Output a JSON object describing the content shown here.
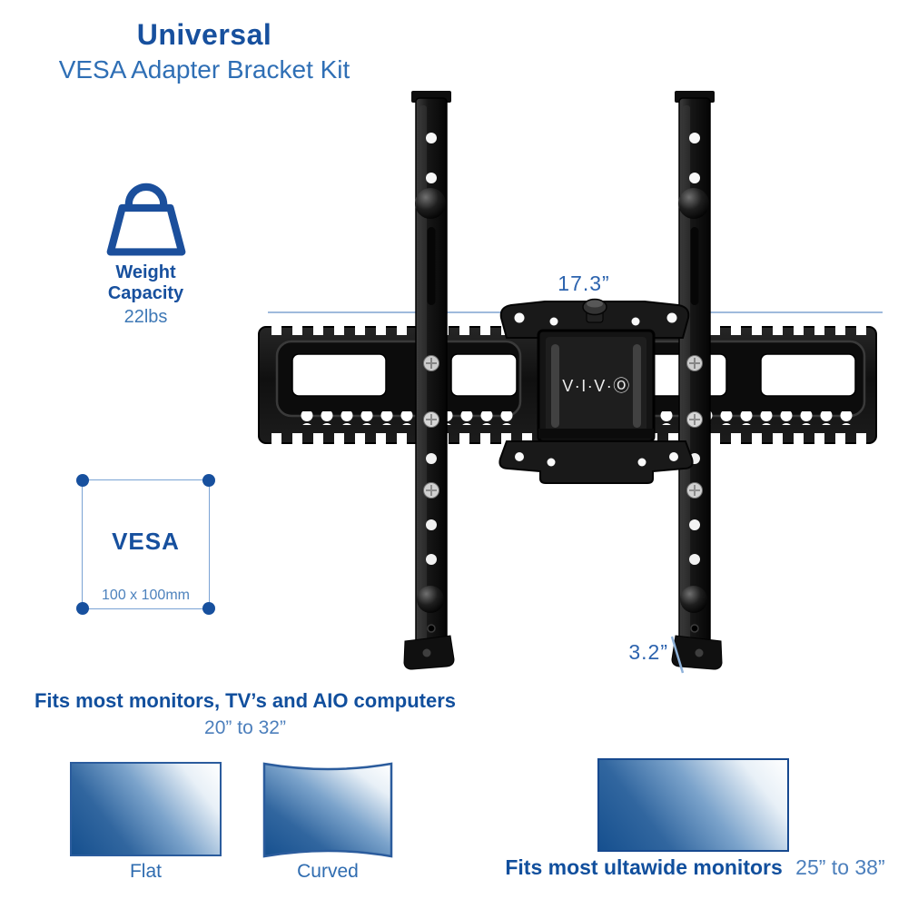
{
  "header": {
    "title": "Universal",
    "subtitle": "VESA Adapter Bracket Kit"
  },
  "weight": {
    "label": "Weight Capacity",
    "value": "22lbs"
  },
  "dimensions": {
    "width": "17.3”",
    "depth": "3.2”"
  },
  "vesa": {
    "label": "VESA",
    "size": "100 x 100mm"
  },
  "product": {
    "logo": "V·I·V·Ⓞ"
  },
  "fits": {
    "heading": "Fits most monitors, TV’s and AIO computers",
    "range": "20” to 32”"
  },
  "monitors": {
    "flat_label": "Flat",
    "curved_label": "Curved"
  },
  "ultrawide": {
    "heading": "Fits most ultawide monitors",
    "range": "25” to 38”"
  },
  "colors": {
    "primary_blue": "#17509e",
    "secondary_blue": "#2f6fb5",
    "range_blue": "#4c7fbc",
    "measure_line_blue": "#9fbadc",
    "monitor_gradient_dark": "#16508f",
    "bracket_black": "#141414"
  }
}
